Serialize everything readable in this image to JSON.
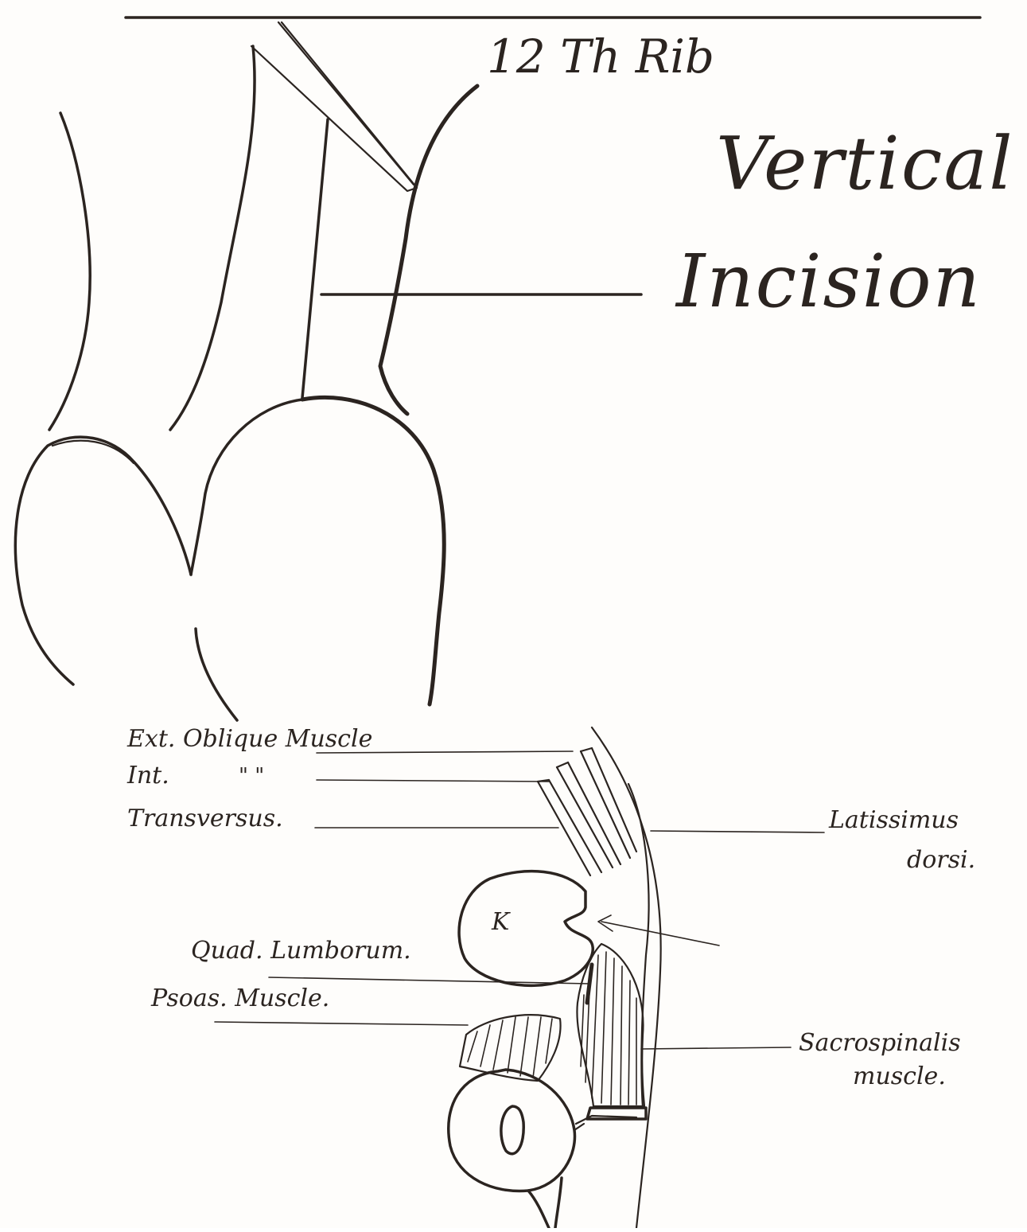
{
  "labels": {
    "rib": "12 Th Rib",
    "vertical": "Vertical",
    "incision": "Incision",
    "ext_oblique": "Ext. Oblique Muscle",
    "int": "Int.",
    "ditto": "\" \"",
    "transversus": "Transversus.",
    "quad_lumborum": "Quad. Lumborum.",
    "psoas": "Psoas. Muscle.",
    "latissimus_1": "Latissimus",
    "latissimus_2": "dorsi.",
    "sacrospinalis_1": "Sacrospinalis",
    "sacrospinalis_2": "muscle.",
    "kidney": "K"
  },
  "colors": {
    "ink": "#2b2420",
    "paper": "#fefdfb"
  }
}
